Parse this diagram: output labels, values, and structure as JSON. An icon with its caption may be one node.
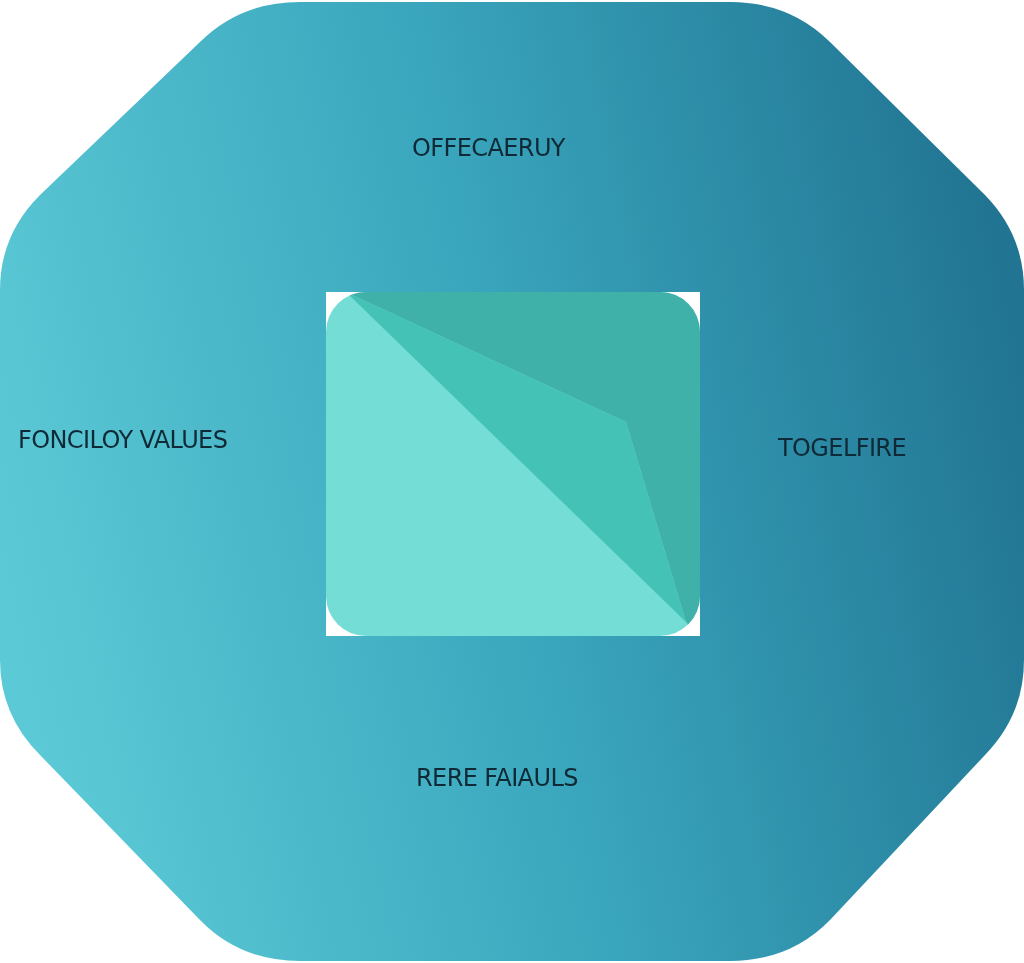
{
  "diagram": {
    "nodes": [
      {
        "text": [],
        "shape": "octagon"
      },
      {
        "text": [],
        "shape": "box",
        "in": 0
      }
    ],
    "edges": [],
    "labels": [
      "OFFECAERUY",
      "FONCILOY VALUES",
      "TOGELFIRE",
      "RERE FAIAULS"
    ]
  }
}
